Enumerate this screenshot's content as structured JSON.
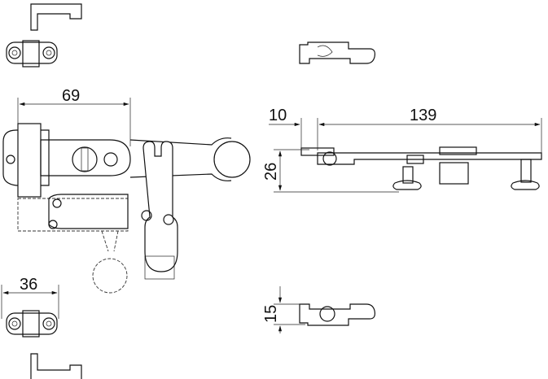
{
  "dimensions": {
    "top_width": "69",
    "offset": "10",
    "length": "139",
    "height": "26",
    "small_width": "36",
    "small_height": "15"
  }
}
